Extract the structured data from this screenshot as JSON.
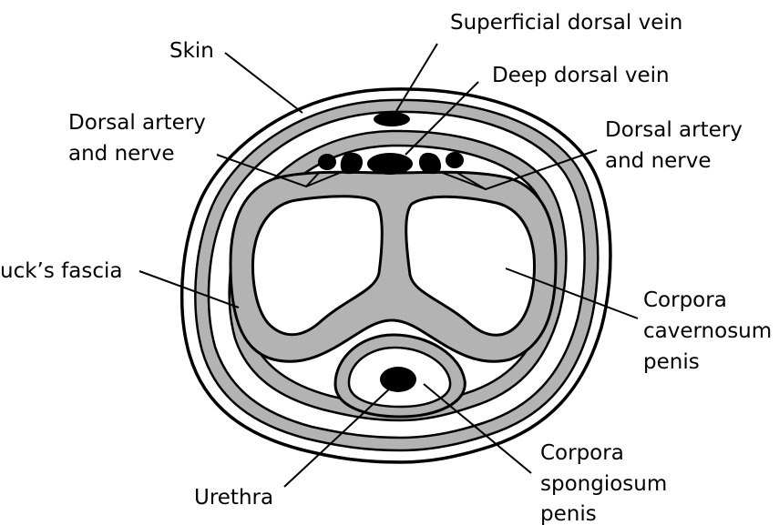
{
  "labels": {
    "superficial_dorsal_vein": "Superficial dorsal vein",
    "skin": "Skin",
    "deep_dorsal_vein": "Deep dorsal vein",
    "dorsal_artery_nerve_left": [
      "Dorsal artery",
      "and nerve"
    ],
    "dorsal_artery_nerve_right": [
      "Dorsal artery",
      "and nerve"
    ],
    "bucks_fascia": "uck’s fascia",
    "corpora_cavernosum": [
      "Corpora",
      "cavernosum",
      "penis"
    ],
    "urethra": "Urethra",
    "corpora_spongiosum": [
      "Corpora",
      "spongiosum",
      "penis"
    ]
  },
  "colors": {
    "tissue_gray": "#b3b3b3",
    "outline": "#000000",
    "background": "#ffffff"
  }
}
